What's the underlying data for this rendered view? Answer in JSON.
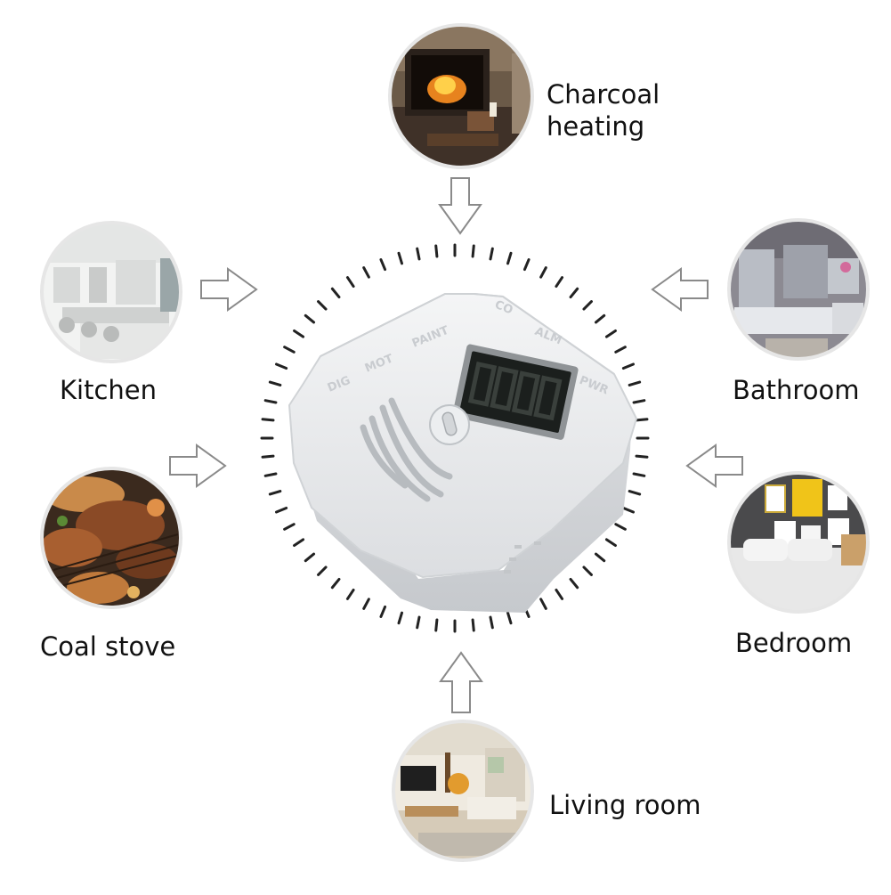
{
  "locations": [
    {
      "id": "charcoal-heating",
      "label": "Charcoal heating"
    },
    {
      "id": "kitchen",
      "label": "Kitchen"
    },
    {
      "id": "bathroom",
      "label": "Bathroom"
    },
    {
      "id": "coal-stove",
      "label": "Coal stove"
    },
    {
      "id": "bedroom",
      "label": "Bedroom"
    },
    {
      "id": "living-room",
      "label": "Living room"
    }
  ],
  "device": {
    "button_labels": [
      "DIG",
      "MOT",
      "PAINT"
    ],
    "indicator_labels": [
      "CO",
      "ALM",
      "PWR"
    ],
    "display_digits": "8888"
  },
  "colors": {
    "device_body": "#e9eaec",
    "lcd": "#1b1f1d",
    "text": "#111111",
    "arrow_stroke": "#8a8a8a"
  }
}
